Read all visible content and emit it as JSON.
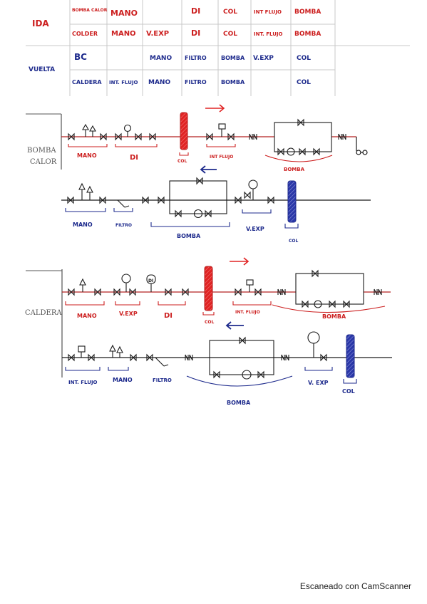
{
  "colors": {
    "ida": "#cc1f1f",
    "vuelta": "#1d2a8c",
    "line_red": "#b52020",
    "line_black": "#1a1a1a",
    "ink_grey": "#555555",
    "col_red": "#e02323",
    "col_blue": "#2a37a8"
  },
  "table": {
    "ida_label": "IDA",
    "vuelta_label": "VUELTA",
    "ida_row1": [
      "BOMBA CALOR",
      "MANO",
      "",
      "DI",
      "COL",
      "INT FLUJO",
      "BOMBA"
    ],
    "ida_row2": [
      "COLDER",
      "MANO",
      "V.EXP",
      "DI",
      "COL",
      "INT. FLUJO",
      "BOMBA"
    ],
    "vuelta_row1": [
      "BC",
      "",
      "MANO",
      "FILTRO",
      "BOMBA",
      "V.EXP",
      "COL"
    ],
    "vuelta_row2": [
      "CALDERA",
      "INT. FLUJO",
      "MANO",
      "FILTRO",
      "BOMBA",
      "",
      "COL"
    ]
  },
  "diagram1": {
    "side_label_1": "BOMBA",
    "side_label_2": "CALOR",
    "top_labels": [
      "MANO",
      "DI",
      "COL",
      "INT FLUJO",
      "BOMBA"
    ],
    "bottom_labels": [
      "MANO",
      "FILTRO",
      "BOMBA",
      "V.EXP",
      "COL"
    ]
  },
  "diagram2": {
    "side_label": "CALDERA",
    "top_labels": [
      "MANO",
      "V.EXP",
      "DI",
      "COL",
      "INT. FLUJO",
      "BOMBA"
    ],
    "bottom_labels": [
      "INT. FLUJO",
      "MANO",
      "FILTRO",
      "BOMBA",
      "V. EXP",
      "COL"
    ],
    "di_badge": "DI"
  },
  "footer": "Escaneado con CamScanner"
}
